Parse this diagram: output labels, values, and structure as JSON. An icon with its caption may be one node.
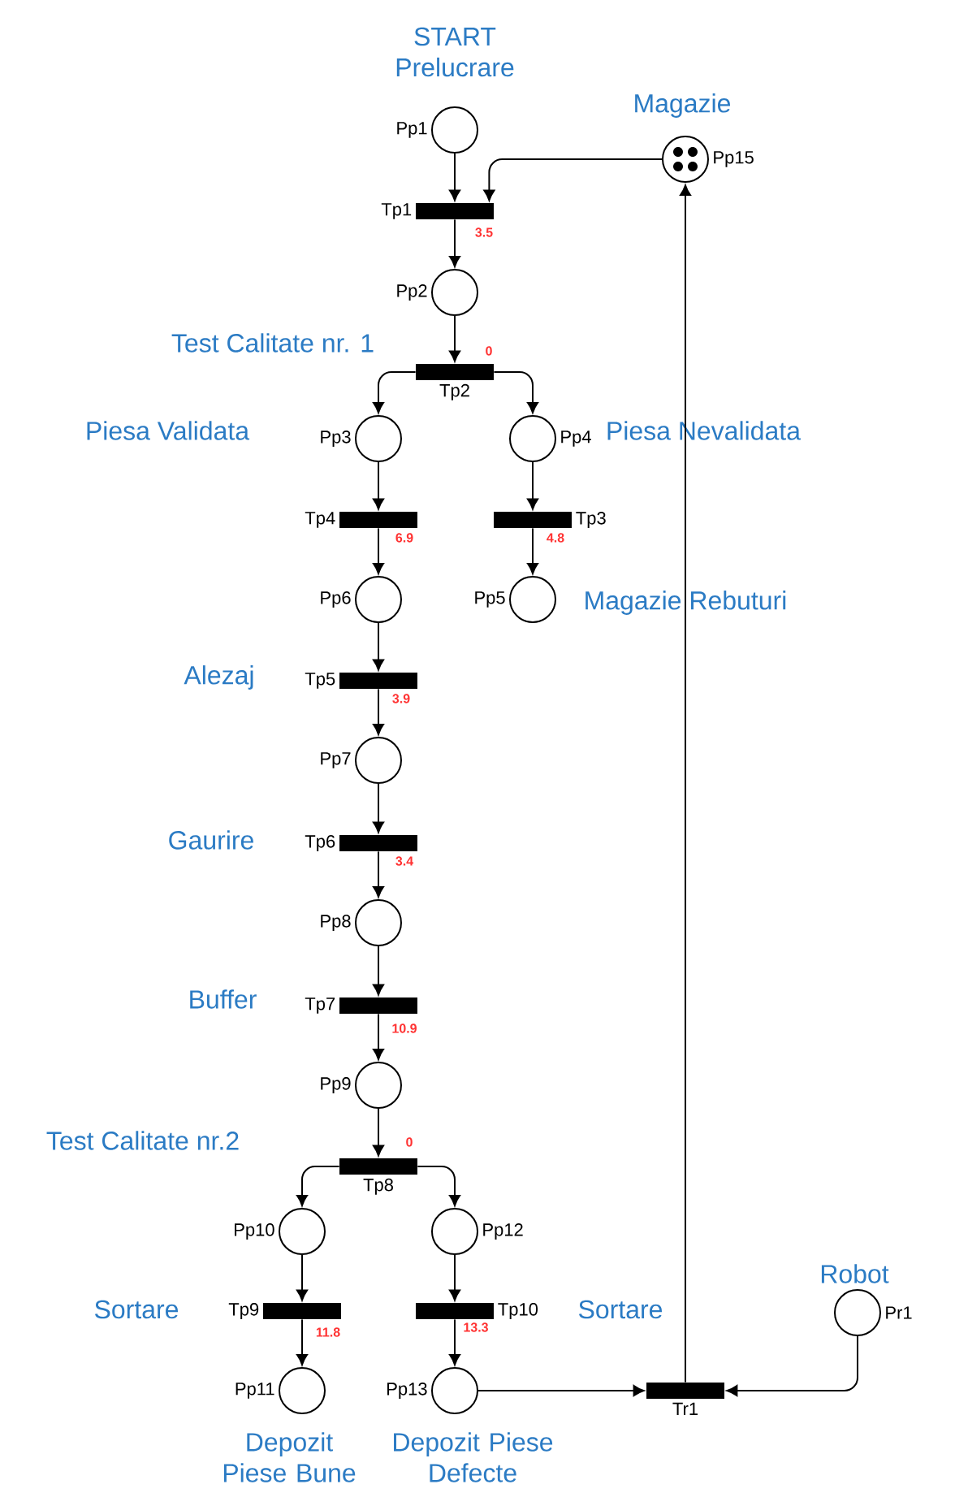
{
  "diagram": {
    "nodes": [
      {
        "text": [
          "Pp1"
        ],
        "beside": [
          "START Prelucrare"
        ]
      },
      {
        "text": [
          "Pp15"
        ],
        "beside": [
          "Magazie"
        ]
      },
      {
        "text": [
          "Tp1"
        ],
        "beside": [
          "3.5"
        ]
      },
      {
        "text": [
          "Pp2"
        ]
      },
      {
        "text": [
          "Tp2"
        ],
        "beside": [
          "Test Calitate nr. 1",
          "0"
        ]
      },
      {
        "text": [
          "Pp3"
        ]
      },
      {
        "text": [
          "Pp4"
        ],
        "beside": [
          "Piesa Nevalidata"
        ]
      },
      {
        "text": [
          "Tp4"
        ],
        "beside": [
          "6.9"
        ]
      },
      {
        "text": [
          "Tp3"
        ],
        "beside": [
          "4.8"
        ]
      },
      {
        "text": [
          "Pp6"
        ]
      },
      {
        "text": [
          "Pp5"
        ],
        "beside": [
          "Magazie Rebuturi"
        ]
      },
      {
        "text": [
          "Tp5"
        ],
        "beside": [
          "Alezaj",
          "3.9"
        ]
      },
      {
        "text": [
          "Pp7"
        ]
      },
      {
        "text": [
          "Tp6"
        ],
        "beside": [
          "Gaurire",
          "3.4"
        ]
      },
      {
        "text": [
          "Pp8"
        ]
      },
      {
        "text": [
          "Tp7"
        ],
        "beside": [
          "Buffer",
          "10.9"
        ]
      },
      {
        "text": [
          "Pp9"
        ]
      },
      {
        "text": [
          "Tp8"
        ],
        "beside": [
          "Test Calitate nr.2",
          "0"
        ]
      },
      {
        "text": [
          "Pp10"
        ]
      },
      {
        "text": [
          "Pp12"
        ]
      },
      {
        "text": [
          "Tp9"
        ],
        "beside": [
          "Sortare",
          "11.8"
        ]
      },
      {
        "text": [
          "Tp10"
        ],
        "beside": [
          "13.3",
          "Sortare"
        ]
      },
      {
        "text": [
          "Pr1"
        ],
        "beside": [
          "Robot"
        ]
      },
      {
        "text": [
          "Pp11"
        ],
        "beside": [
          "Depozit Piese Bune"
        ]
      },
      {
        "text": [
          "Pp13"
        ],
        "beside": [
          "Depozit Piese Defecte"
        ]
      },
      {
        "text": [
          "Tr1"
        ]
      }
    ],
    "edges": [
      {
        "from": 0,
        "to": 2,
        "arrow": "to"
      },
      {
        "from": 1,
        "to": 2,
        "arrow": "to"
      },
      {
        "from": 2,
        "to": 3,
        "arrow": "to"
      },
      {
        "from": 3,
        "to": 4,
        "arrow": "to"
      },
      {
        "from": 4,
        "to": 5,
        "arrow": "to"
      },
      {
        "from": 4,
        "to": 6,
        "arrow": "to"
      },
      {
        "from": 5,
        "to": 7,
        "arrow": "to"
      },
      {
        "from": 6,
        "to": 8,
        "arrow": "to"
      },
      {
        "from": 7,
        "to": 9,
        "arrow": "to"
      },
      {
        "from": 8,
        "to": 10,
        "arrow": "to"
      },
      {
        "from": 9,
        "to": 11,
        "arrow": "to"
      },
      {
        "from": 11,
        "to": 12,
        "arrow": "to"
      },
      {
        "from": 12,
        "to": 13,
        "arrow": "to"
      },
      {
        "from": 13,
        "to": 14,
        "arrow": "to"
      },
      {
        "from": 14,
        "to": 15,
        "arrow": "to"
      },
      {
        "from": 15,
        "to": 16,
        "arrow": "to"
      },
      {
        "from": 16,
        "to": 17,
        "arrow": "to"
      },
      {
        "from": 17,
        "to": 18,
        "arrow": "to"
      },
      {
        "from": 17,
        "to": 19,
        "arrow": "to"
      },
      {
        "from": 18,
        "to": 20,
        "arrow": "to"
      },
      {
        "from": 19,
        "to": 21,
        "arrow": "to"
      },
      {
        "from": 20,
        "to": 23,
        "arrow": "to"
      },
      {
        "from": 21,
        "to": 24,
        "arrow": "to"
      },
      {
        "from": 24,
        "to": 25,
        "arrow": "to"
      },
      {
        "from": 22,
        "to": 25,
        "arrow": "to"
      },
      {
        "from": 25,
        "to": 1,
        "arrow": "to"
      }
    ],
    "labels": [
      "Piesa Validata"
    ]
  }
}
